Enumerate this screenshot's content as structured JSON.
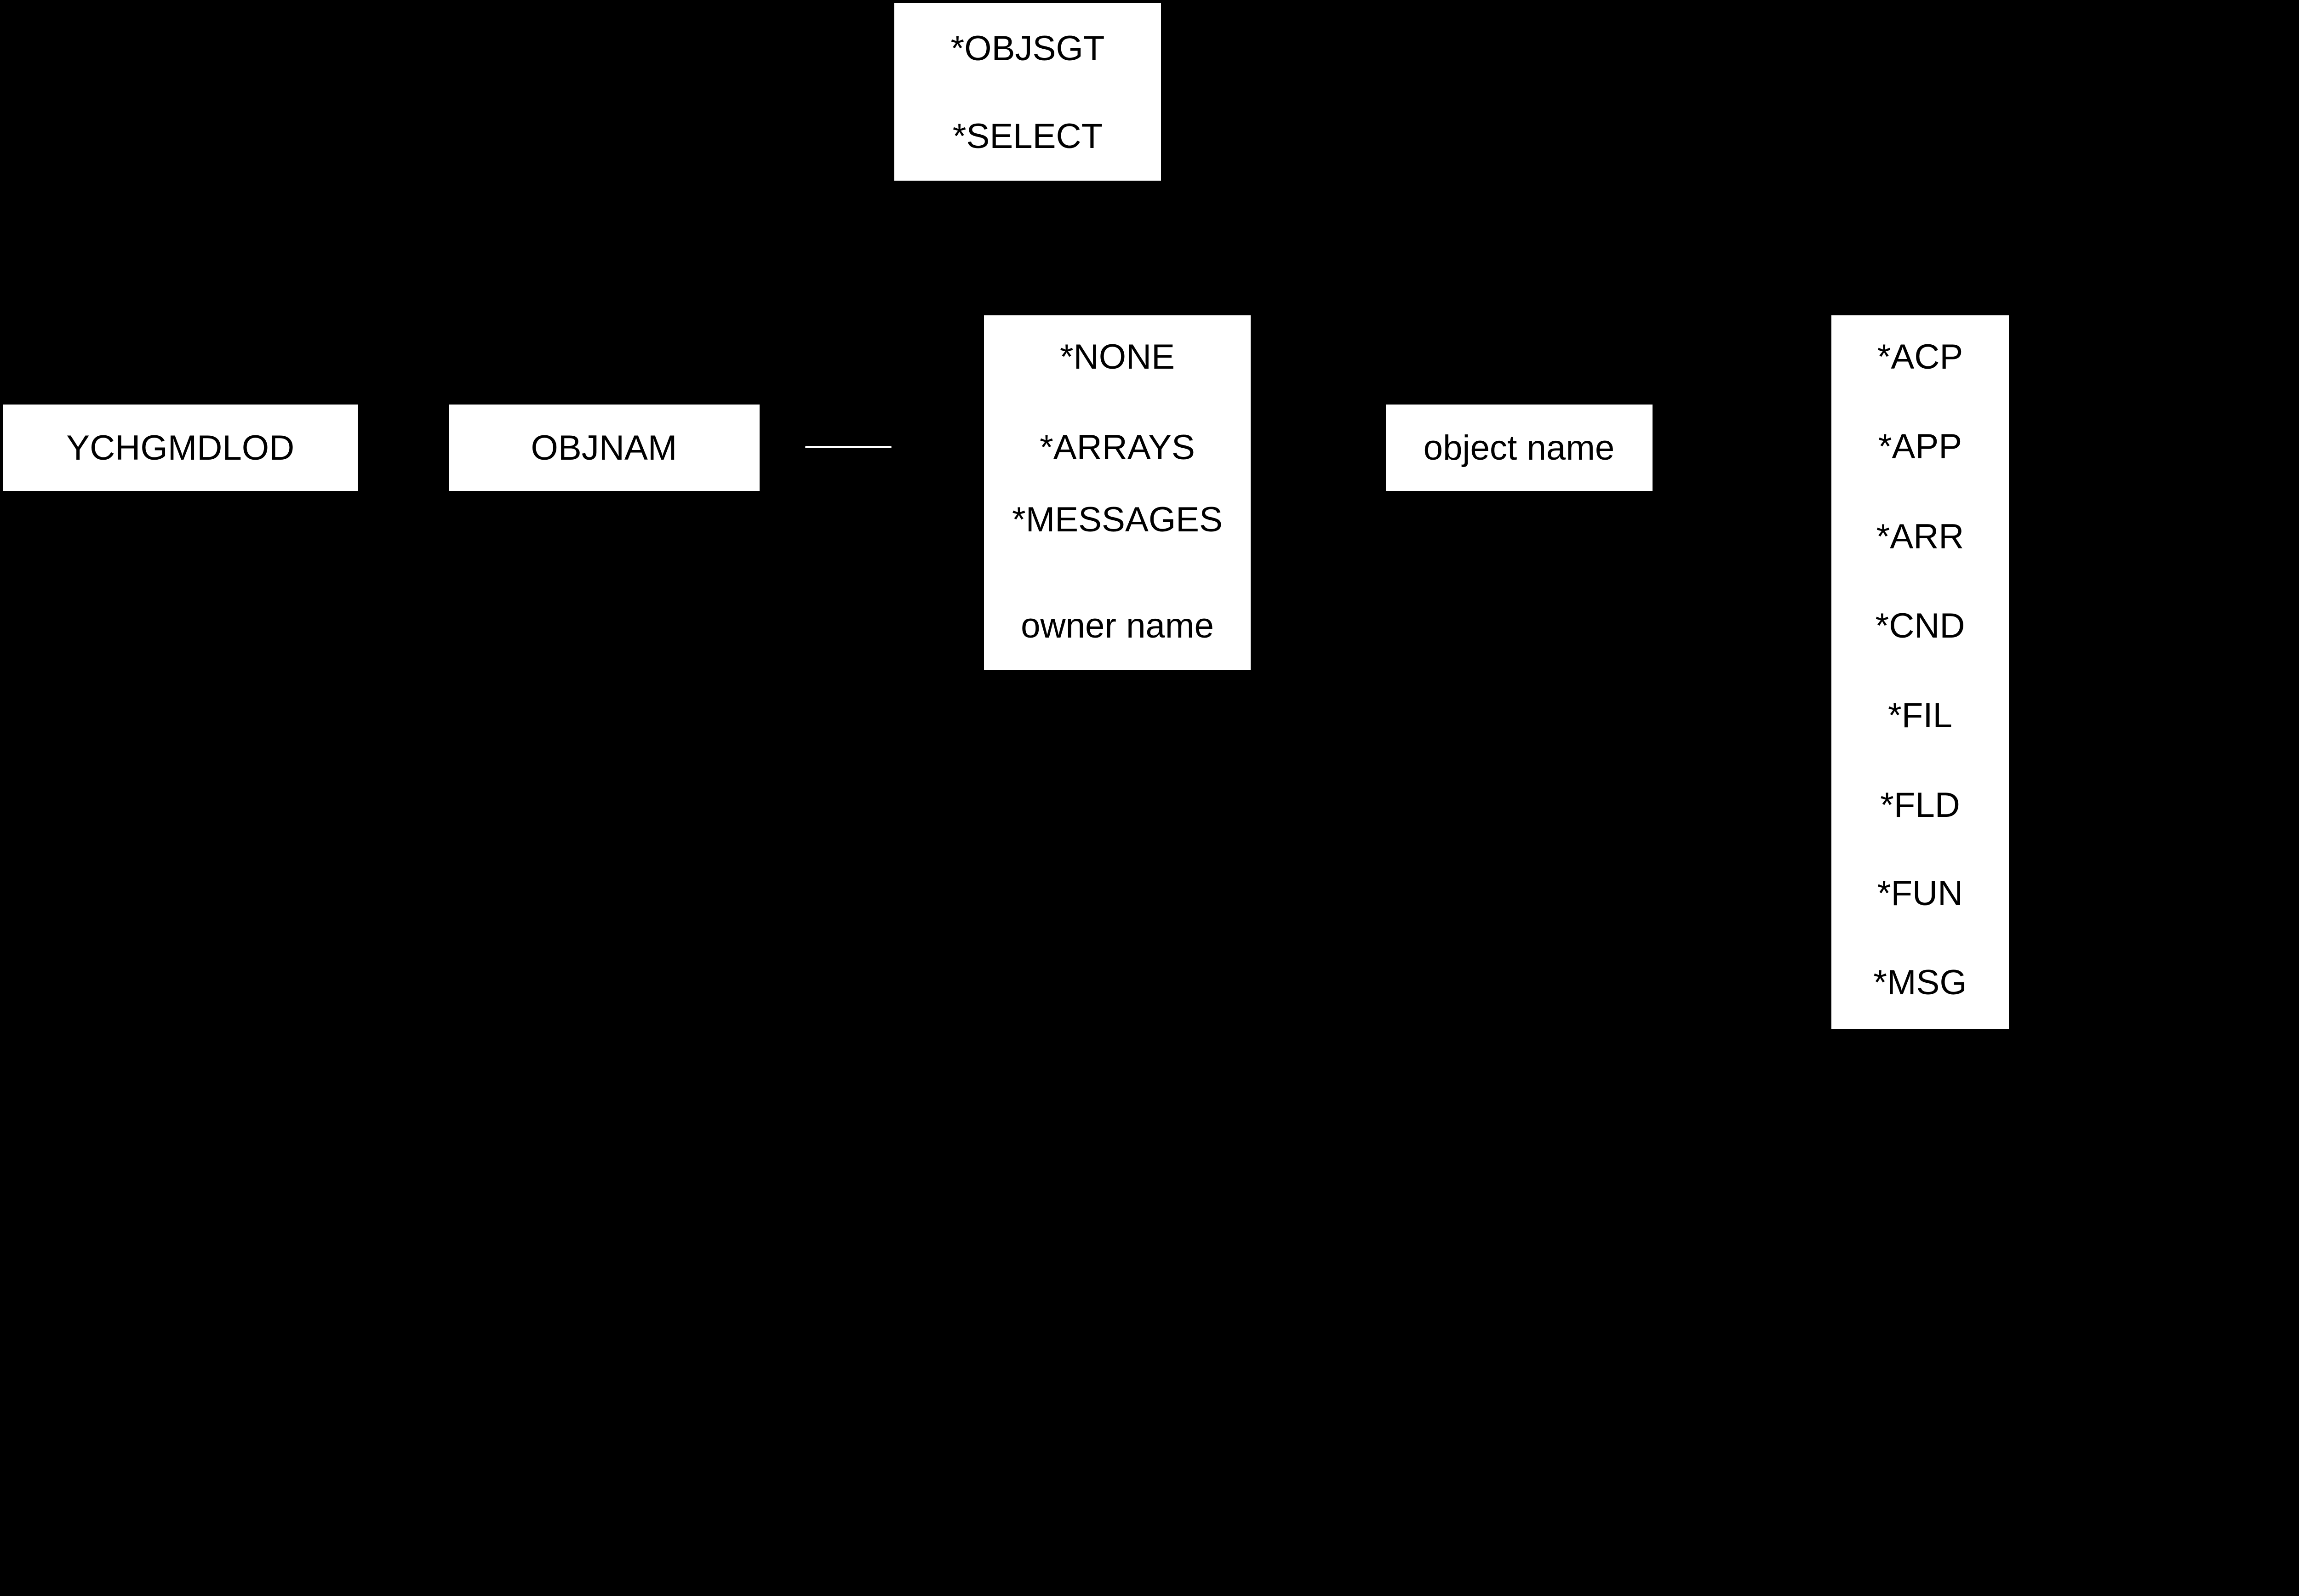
{
  "command": "YCHGMDLOD",
  "parameter": "OBJNAM",
  "top_options": [
    "*OBJSGT",
    "*SELECT"
  ],
  "owner_options": [
    "*NONE",
    "*ARRAYS",
    "*MESSAGES",
    "owner name"
  ],
  "object_name": "object name",
  "type_options": [
    "*ACP",
    "*APP",
    "*ARR",
    "*CND",
    "*FIL",
    "*FLD",
    "*FUN",
    "*MSG"
  ],
  "colors": {
    "background": "#000000",
    "box": "#ffffff",
    "text": "#000000"
  }
}
